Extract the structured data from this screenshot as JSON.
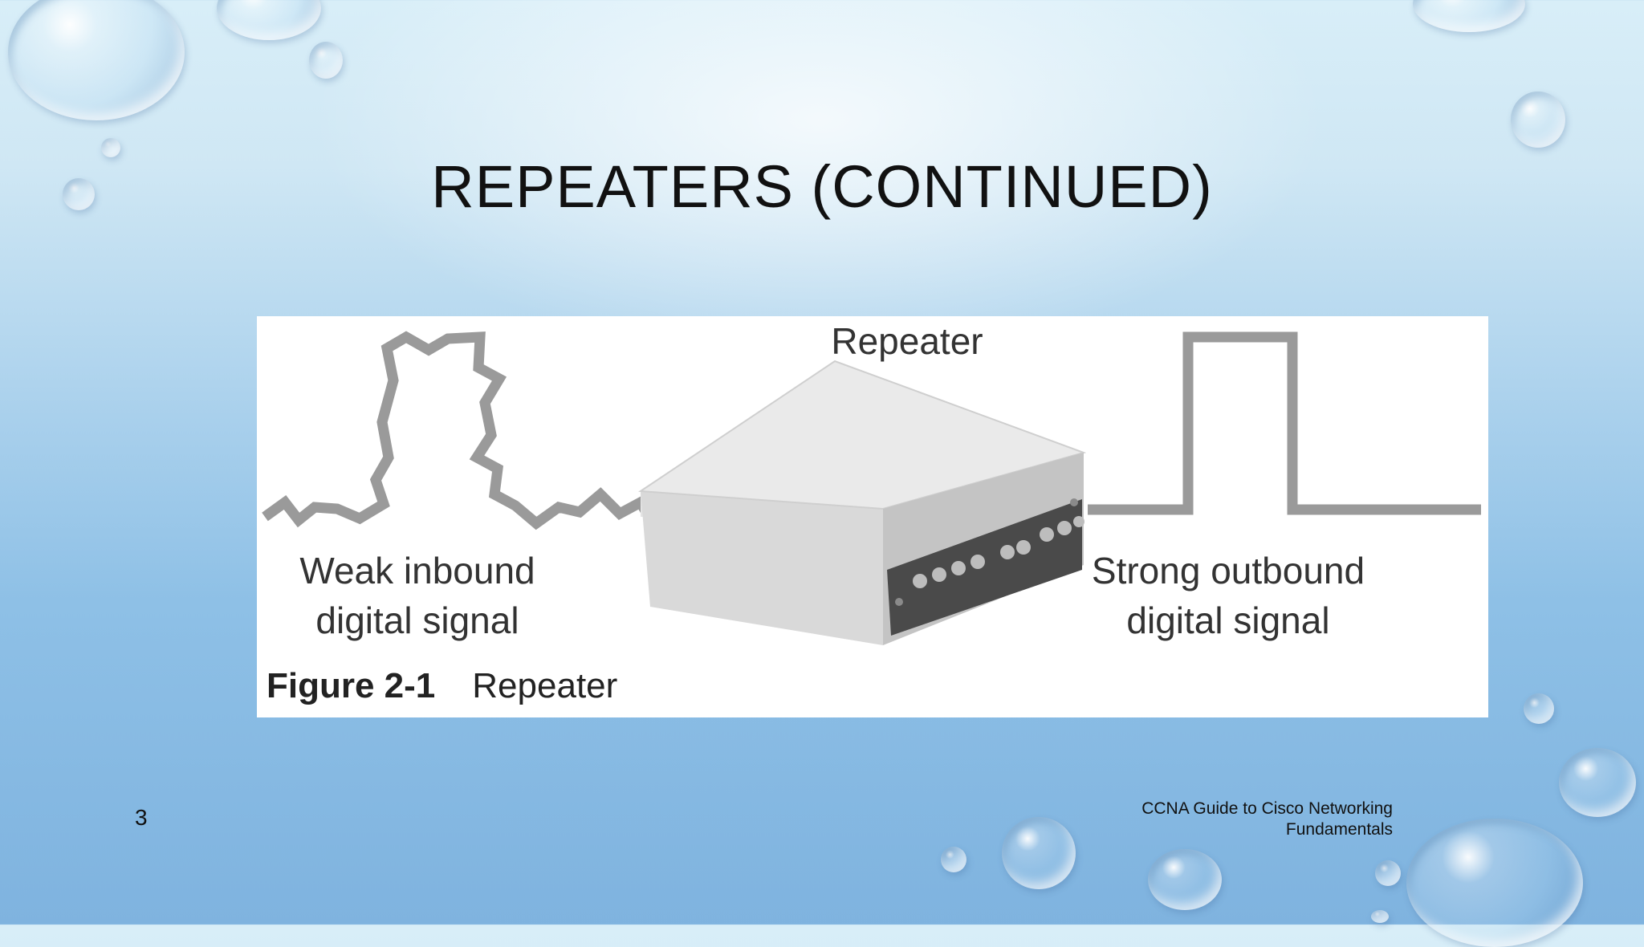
{
  "slide": {
    "title": "REPEATERS (CONTINUED)",
    "number": "3",
    "footer_line1": "CCNA Guide to Cisco Networking",
    "footer_line2": "Fundamentals"
  },
  "figure": {
    "device_label": "Repeater",
    "left_label_line1": "Weak inbound",
    "left_label_line2": "digital signal",
    "right_label_line1": "Strong outbound",
    "right_label_line2": "digital signal",
    "caption_number": "Figure 2-1",
    "caption_text": "Repeater"
  },
  "colors": {
    "signal": "#9a9a9a",
    "background_top": "#d8eef8",
    "background_bottom": "#7fb3df"
  }
}
